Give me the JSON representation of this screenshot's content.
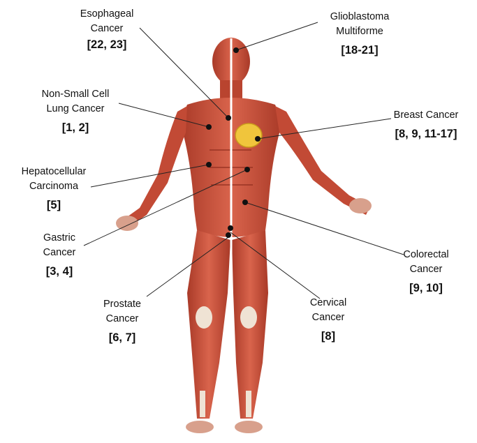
{
  "colors": {
    "muscle": "#c9503d",
    "muscle_dark": "#9a3223",
    "muscle_light": "#e07a62",
    "tendon": "#efe3d4",
    "breast_tissue": "#f0c53c",
    "leader_line": "#222222",
    "marker": "#111111"
  },
  "labels": {
    "esophageal": {
      "name": [
        "Esophageal",
        "Cancer"
      ],
      "refs": "[22, 23]"
    },
    "nsclc": {
      "name": [
        "Non-Small Cell",
        "Lung Cancer"
      ],
      "refs": "[1, 2]"
    },
    "hcc": {
      "name": [
        "Hepatocellular",
        "Carcinoma"
      ],
      "refs": "[5]"
    },
    "gastric": {
      "name": [
        "Gastric",
        "Cancer"
      ],
      "refs": "[3, 4]"
    },
    "prostate": {
      "name": [
        "Prostate",
        "Cancer"
      ],
      "refs": "[6, 7]"
    },
    "glioblastoma": {
      "name": [
        "Glioblastoma",
        "Multiforme"
      ],
      "refs": "[18-21]"
    },
    "breast": {
      "name": [
        "Breast Cancer"
      ],
      "refs": "[8, 9, 11-17]"
    },
    "colorectal": {
      "name": [
        "Colorectal",
        "Cancer"
      ],
      "refs": "[9, 10]"
    },
    "cervical": {
      "name": [
        "Cervical",
        "Cancer"
      ],
      "refs": "[8]"
    }
  }
}
